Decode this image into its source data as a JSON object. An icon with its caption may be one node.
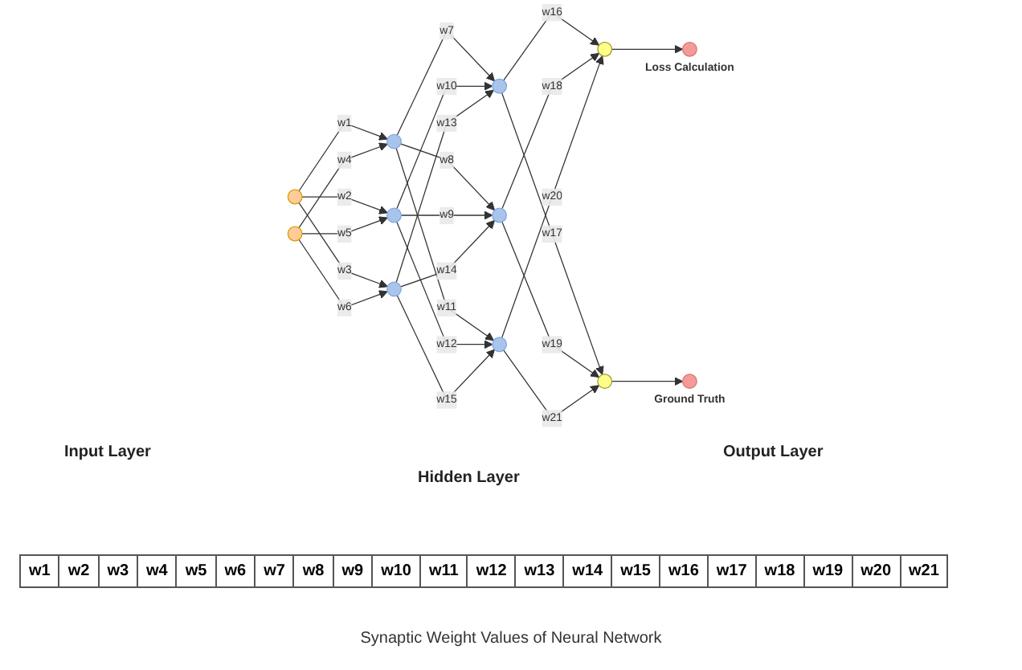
{
  "diagram": {
    "caption": "Synaptic Weight Values of Neural Network",
    "nodes": [
      {
        "text": [],
        "shape": "circle"
      },
      {
        "text": [],
        "shape": "circle"
      },
      {
        "text": [],
        "shape": "circle"
      },
      {
        "text": [],
        "shape": "circle"
      },
      {
        "text": [],
        "shape": "circle"
      },
      {
        "text": [],
        "shape": "circle"
      },
      {
        "text": [],
        "shape": "circle"
      },
      {
        "text": [],
        "shape": "circle"
      },
      {
        "text": [],
        "shape": "circle"
      },
      {
        "text": [],
        "shape": "circle"
      },
      {
        "text": [],
        "shape": "circle",
        "beside": [
          "Loss Calculation"
        ]
      },
      {
        "text": [],
        "shape": "circle",
        "beside": [
          "Ground Truth"
        ]
      }
    ],
    "edges": [
      {
        "from": 0,
        "to": 2,
        "arrow": "to",
        "label": "w1"
      },
      {
        "from": 0,
        "to": 3,
        "arrow": "to",
        "label": "w2"
      },
      {
        "from": 0,
        "to": 4,
        "arrow": "to",
        "label": "w3"
      },
      {
        "from": 1,
        "to": 2,
        "arrow": "to",
        "label": "w4"
      },
      {
        "from": 1,
        "to": 3,
        "arrow": "to",
        "label": "w5"
      },
      {
        "from": 1,
        "to": 4,
        "arrow": "to",
        "label": "w6"
      },
      {
        "from": 2,
        "to": 5,
        "arrow": "to",
        "label": "w7"
      },
      {
        "from": 2,
        "to": 6,
        "arrow": "to",
        "label": "w8"
      },
      {
        "from": 3,
        "to": 6,
        "arrow": "to",
        "label": "w9"
      },
      {
        "from": 3,
        "to": 5,
        "arrow": "to",
        "label": "w10"
      },
      {
        "from": 2,
        "to": 7,
        "arrow": "to",
        "label": "w11"
      },
      {
        "from": 3,
        "to": 7,
        "arrow": "to",
        "label": "w12"
      },
      {
        "from": 4,
        "to": 5,
        "arrow": "to",
        "label": "w13"
      },
      {
        "from": 4,
        "to": 6,
        "arrow": "to",
        "label": "w14"
      },
      {
        "from": 4,
        "to": 7,
        "arrow": "to",
        "label": "w15"
      },
      {
        "from": 5,
        "to": 8,
        "arrow": "to",
        "label": "w16"
      },
      {
        "from": 5,
        "to": 9,
        "arrow": "to",
        "label": "w17"
      },
      {
        "from": 6,
        "to": 8,
        "arrow": "to",
        "label": "w18"
      },
      {
        "from": 6,
        "to": 9,
        "arrow": "to",
        "label": "w19"
      },
      {
        "from": 7,
        "to": 8,
        "arrow": "to",
        "label": "w20"
      },
      {
        "from": 7,
        "to": 9,
        "arrow": "to",
        "label": "w21"
      },
      {
        "from": 8,
        "to": 10,
        "arrow": "to"
      },
      {
        "from": 9,
        "to": 11,
        "arrow": "to"
      }
    ],
    "labels": [
      "Input Layer",
      "Hidden Layer",
      "Output Layer",
      "w1",
      "w2",
      "w3",
      "w4",
      "w5",
      "w6",
      "w7",
      "w8",
      "w9",
      "w10",
      "w11",
      "w12",
      "w13",
      "w14",
      "w15",
      "w16",
      "w17",
      "w18",
      "w19",
      "w20",
      "w21"
    ]
  }
}
